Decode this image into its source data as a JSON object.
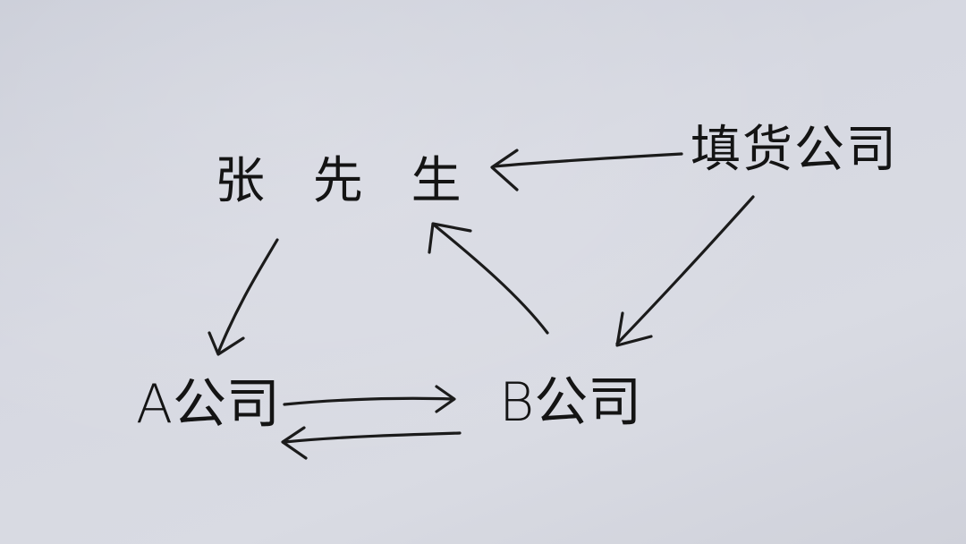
{
  "diagram": {
    "nodes": {
      "zhang": "张 先 生",
      "tianhuo": "填货公司",
      "company_a": "A公司",
      "company_b": "B公司"
    },
    "edges": [
      {
        "from": "填货公司",
        "to": "张 先 生"
      },
      {
        "from": "填货公司",
        "to": "B公司"
      },
      {
        "from": "B公司",
        "to": "张 先 生"
      },
      {
        "from": "张 先 生",
        "to": "A公司"
      },
      {
        "from": "A公司",
        "to": "B公司"
      },
      {
        "from": "B公司",
        "to": "A公司"
      }
    ],
    "colors": {
      "ink": "#141414",
      "paper": "#d6d8e1"
    }
  }
}
